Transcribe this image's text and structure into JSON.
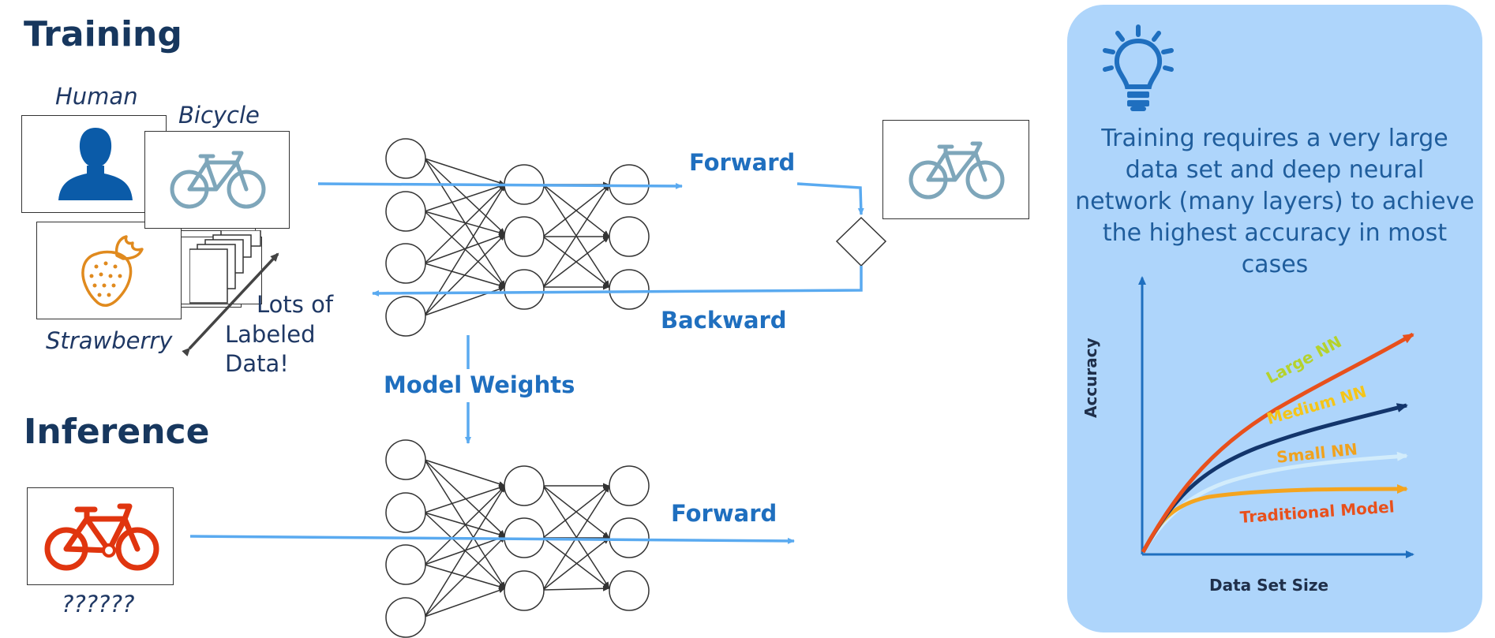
{
  "training": {
    "heading": "Training",
    "labels": {
      "human": "Human",
      "bicycle": "Bicycle",
      "strawberry": "Strawberry"
    },
    "lots_of_data": [
      "Lots of",
      "Labeled",
      "Data!"
    ],
    "forward": "Forward",
    "backward": "Backward",
    "model_weights": "Model Weights"
  },
  "inference": {
    "heading": "Inference",
    "unknown": "??????",
    "forward": "Forward"
  },
  "insight": {
    "icon": "lightbulb-icon",
    "text": "Training requires a very large data set and deep neural network (many layers) to achieve the highest accuracy in most cases"
  },
  "chart": {
    "y_axis": "Accuracy",
    "x_axis": "Data Set Size",
    "curves": [
      {
        "label": "Large NN",
        "color": "#e8501c",
        "label_color": "#b5d22c"
      },
      {
        "label": "Medium NN",
        "color": "#13356b",
        "label_color": "#f5c518"
      },
      {
        "label": "Small NN",
        "color": "#d2ecfb",
        "label_color": "#f0a21e"
      },
      {
        "label": "Traditional Model",
        "color": "#f4a41e",
        "label_color": "#e8501c"
      }
    ]
  },
  "colors": {
    "accent": "#1f6fbf",
    "arrow": "#5aaaf0",
    "heading": "#17375e",
    "panel": "#aed5fb",
    "bike_gray": "#7ea6ba",
    "bike_red": "#e0350f",
    "human_blue": "#0b5ba8",
    "strawberry": "#e08a1e"
  }
}
